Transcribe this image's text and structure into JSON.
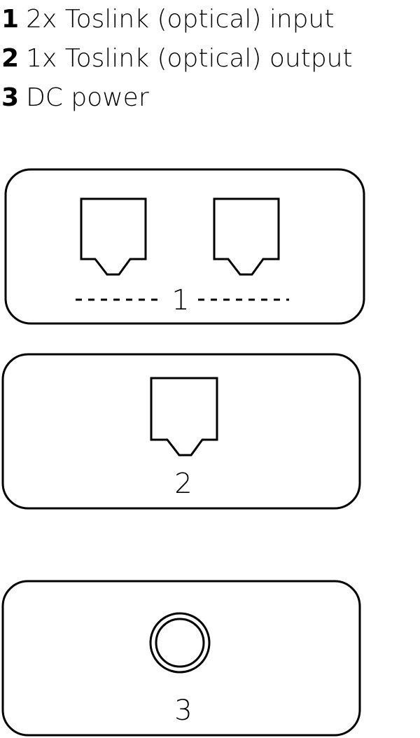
{
  "legend": [
    {
      "number": "1",
      "text": "2x Toslink (optical) input"
    },
    {
      "number": "2",
      "text": "1x Toslink (optical) output"
    },
    {
      "number": "3",
      "text": "DC power"
    }
  ],
  "panels": [
    {
      "label": "1",
      "ports": 2,
      "port_type": "toslink-port-icon"
    },
    {
      "label": "2",
      "ports": 1,
      "port_type": "toslink-port-icon"
    },
    {
      "label": "3",
      "ports": 1,
      "port_type": "dc-power-jack-icon"
    }
  ],
  "colors": {
    "stroke": "#000000",
    "background": "#ffffff"
  }
}
